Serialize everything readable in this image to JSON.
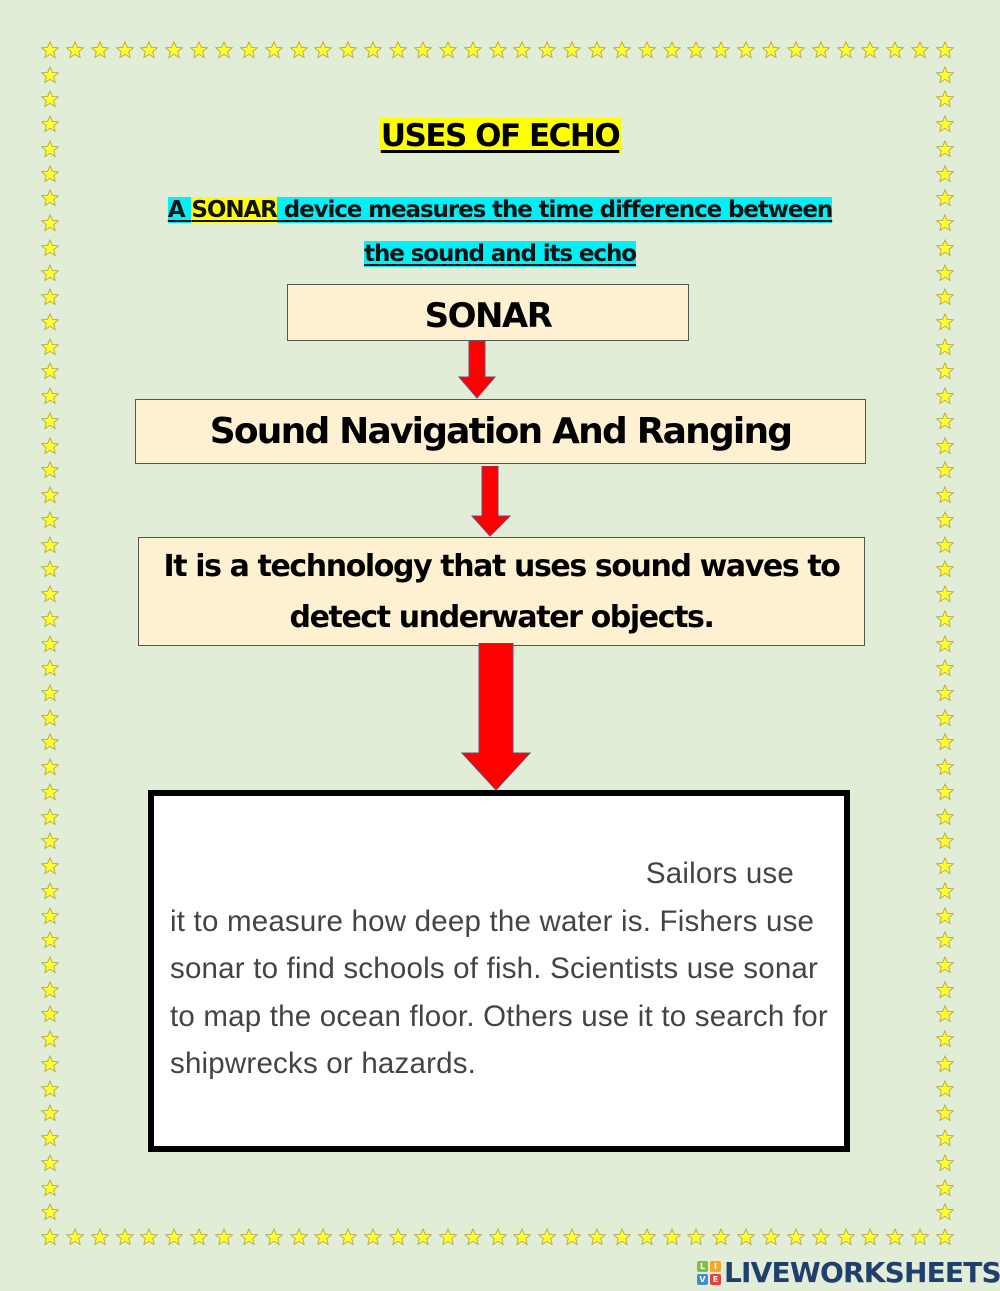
{
  "document": {
    "title": "USES OF ECHO",
    "subtitle": {
      "prefix": "A ",
      "highlight": "SONAR",
      "line1_rest": " device measures the time difference between",
      "line2": "the sound and its echo"
    },
    "flowchart": {
      "boxes": [
        {
          "label": "SONAR"
        },
        {
          "label": "Sound Navigation And Ranging"
        },
        {
          "label": "It is a technology that uses sound waves to detect underwater objects."
        }
      ],
      "arrows": [
        "arrow-down",
        "arrow-down",
        "arrow-down"
      ]
    },
    "uses_box": {
      "line1": "Sailors use",
      "body": "it to measure how deep the water is. Fishers use sonar to find schools of fish. Scientists use sonar to map the ocean floor. Others use it to search for shipwrecks or hazards."
    }
  },
  "colors": {
    "background": "#e2edd8",
    "title_highlight": "#ffff00",
    "subtitle_highlight": "#00f0f8",
    "box_fill": "#fdf1d2",
    "arrow": "#ff0000",
    "star": "#ffff33",
    "logo_text": "#1f3f6e"
  },
  "border": {
    "icon": "star-icon",
    "style": "star-border"
  },
  "footer": {
    "logo_icon_letters": [
      "L",
      "I",
      "V",
      "E"
    ],
    "logo_text": "LIVEWORKSHEETS"
  }
}
